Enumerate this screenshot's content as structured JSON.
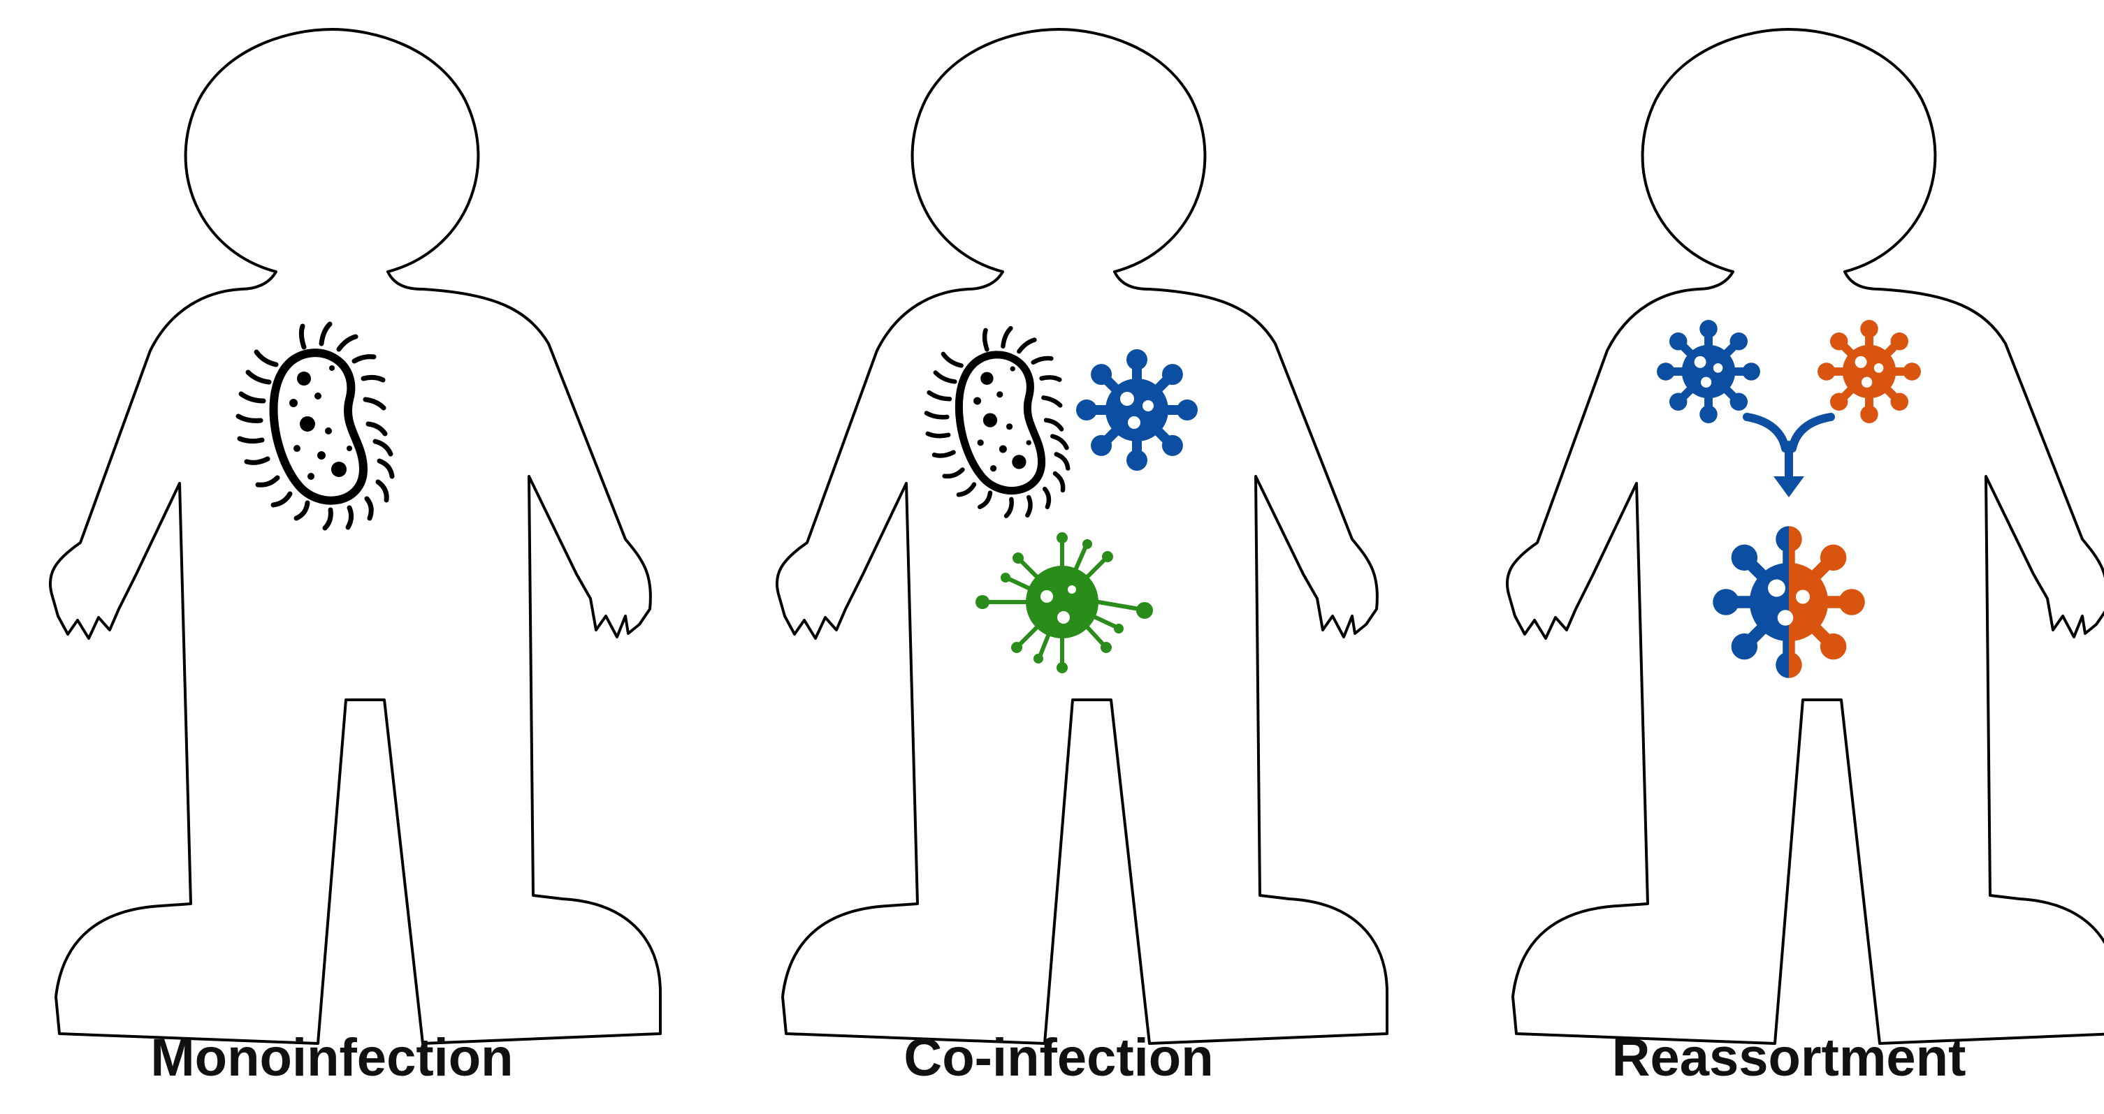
{
  "panels": [
    {
      "label": "Monoinfection",
      "organisms": [
        "bacterium-icon"
      ]
    },
    {
      "label": "Co-infection",
      "organisms": [
        "bacterium-icon",
        "virus-icon",
        "virus-icon"
      ]
    },
    {
      "label": "Reassortment",
      "organisms": [
        "virus-icon",
        "virus-icon",
        "merge-arrow-icon",
        "hybrid-virus-icon"
      ]
    }
  ],
  "colors": {
    "outline": "#000000",
    "blue_virus": "#0b4ea2",
    "green_virus": "#2a8c1a",
    "orange_virus": "#d9550f",
    "bacterium": "#000000"
  }
}
